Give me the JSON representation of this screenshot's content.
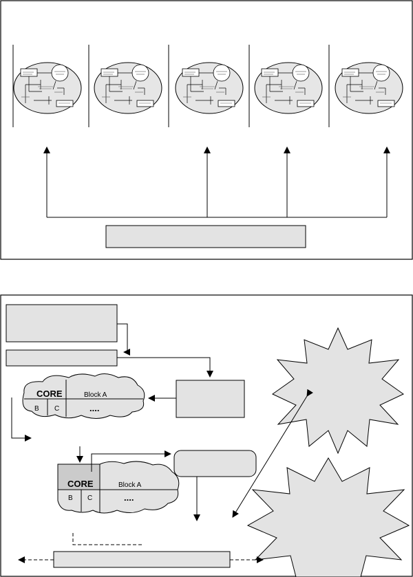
{
  "bottom_panel": {
    "cloud_1": {
      "core_label": "CORE",
      "block_a_label": "Block A",
      "b_label": "B",
      "c_label": "C",
      "dots_label": "...."
    },
    "cloud_2": {
      "core_label": "CORE",
      "block_a_label": "Block A",
      "b_label": "B",
      "c_label": "C",
      "dots_label": "...."
    }
  },
  "colors": {
    "fill_gray": "#e3e3e3",
    "core_shade": "#cbcbcb",
    "line": "#000000"
  }
}
